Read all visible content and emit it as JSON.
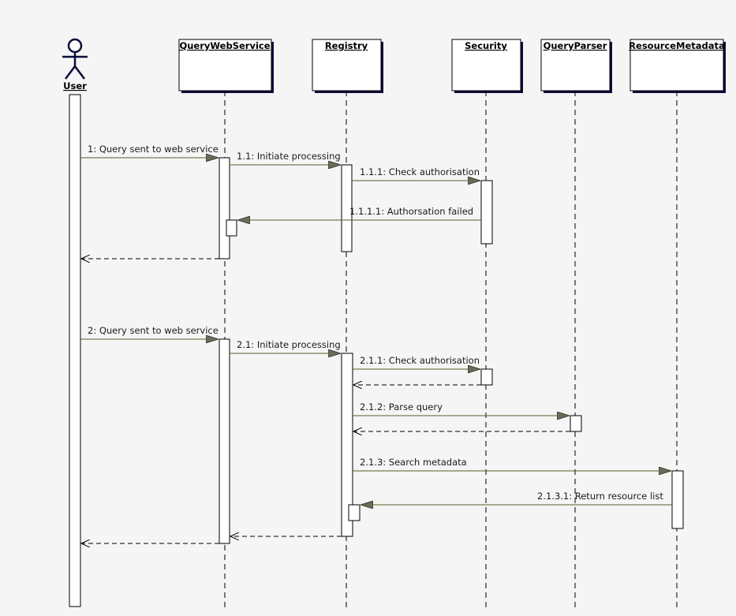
{
  "actor": {
    "name": "User"
  },
  "lifelines": [
    {
      "id": "querywebservice",
      "name": "QueryWebService"
    },
    {
      "id": "registry",
      "name": "Registry"
    },
    {
      "id": "security",
      "name": "Security"
    },
    {
      "id": "queryparser",
      "name": "QueryParser"
    },
    {
      "id": "resourcemetadata",
      "name": "ResourceMetadata"
    }
  ],
  "messages": [
    {
      "id": "m1",
      "label": "1: Query sent to web service",
      "from": "user",
      "to": "querywebservice",
      "kind": "sync"
    },
    {
      "id": "m1_1",
      "label": "1.1: Initiate processing",
      "from": "querywebservice",
      "to": "registry",
      "kind": "sync"
    },
    {
      "id": "m1_1_1",
      "label": "1.1.1: Check authorisation",
      "from": "registry",
      "to": "security",
      "kind": "sync"
    },
    {
      "id": "m1_1_1_1",
      "label": "1.1.1.1: Authorsation failed",
      "from": "security",
      "to": "querywebservice",
      "kind": "sync"
    },
    {
      "id": "r1",
      "label": "",
      "from": "querywebservice",
      "to": "user",
      "kind": "return"
    },
    {
      "id": "m2",
      "label": "2: Query sent to web service",
      "from": "user",
      "to": "querywebservice",
      "kind": "sync"
    },
    {
      "id": "m2_1",
      "label": "2.1: Initiate processing",
      "from": "querywebservice",
      "to": "registry",
      "kind": "sync"
    },
    {
      "id": "m2_1_1",
      "label": "2.1.1: Check authorisation",
      "from": "registry",
      "to": "security",
      "kind": "sync"
    },
    {
      "id": "r2_1_1",
      "label": "",
      "from": "security",
      "to": "registry",
      "kind": "return"
    },
    {
      "id": "m2_1_2",
      "label": "2.1.2: Parse query",
      "from": "registry",
      "to": "queryparser",
      "kind": "sync"
    },
    {
      "id": "r2_1_2",
      "label": "",
      "from": "queryparser",
      "to": "registry",
      "kind": "return"
    },
    {
      "id": "m2_1_3",
      "label": "2.1.3: Search metadata",
      "from": "registry",
      "to": "resourcemetadata",
      "kind": "sync"
    },
    {
      "id": "m2_1_3_1",
      "label": "2.1.3.1: Return resource list",
      "from": "resourcemetadata",
      "to": "registry",
      "kind": "sync"
    },
    {
      "id": "r2_1",
      "label": "",
      "from": "registry",
      "to": "querywebservice",
      "kind": "return"
    },
    {
      "id": "r2",
      "label": "",
      "from": "querywebservice",
      "to": "user",
      "kind": "return"
    }
  ],
  "colors": {
    "background": "#f5f5f5",
    "box_fill": "#ffffff",
    "box_shadow": "#0c0c3a",
    "line": "#000000",
    "message_line": "#5a5a2a",
    "arrowhead_fill": "#6b6b5b",
    "actor_fill": "#ffffff",
    "actor_stroke": "#0c0c3a"
  }
}
